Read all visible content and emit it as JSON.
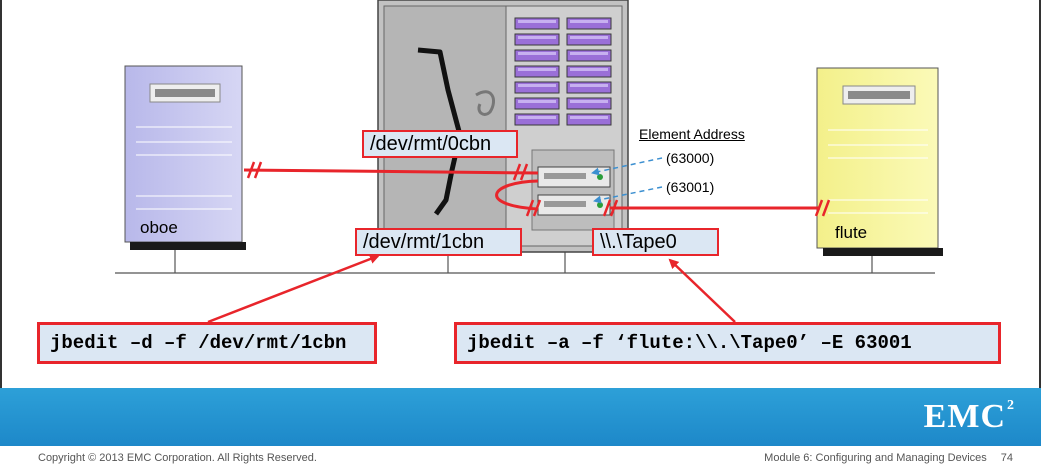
{
  "hosts": {
    "left_name": "oboe",
    "right_name": "flute"
  },
  "library": {
    "element_address_label": "Element Address",
    "address_1": "(63000)",
    "address_2": "(63001)"
  },
  "device_paths": {
    "rmt0": "/dev/rmt/0cbn",
    "rmt1": "/dev/rmt/1cbn",
    "tape0": "\\\\.\\Tape0"
  },
  "commands": {
    "delete": "jbedit –d –f /dev/rmt/1cbn",
    "add": "jbedit –a –f ‘flute:\\\\.\\Tape0’ –E 63001"
  },
  "footer": {
    "logo": "EMC",
    "logo_sup": "2",
    "copyright": "Copyright © 2013 EMC Corporation. All Rights Reserved.",
    "module": "Module 6: Configuring and Managing Devices",
    "page_number": "74"
  },
  "colors": {
    "accent_red": "#e8252b",
    "label_fill": "#dbe7f3",
    "footer_blue": "#1d88c9",
    "left_server": "#c8c8ee",
    "right_server": "#f7f59a"
  }
}
